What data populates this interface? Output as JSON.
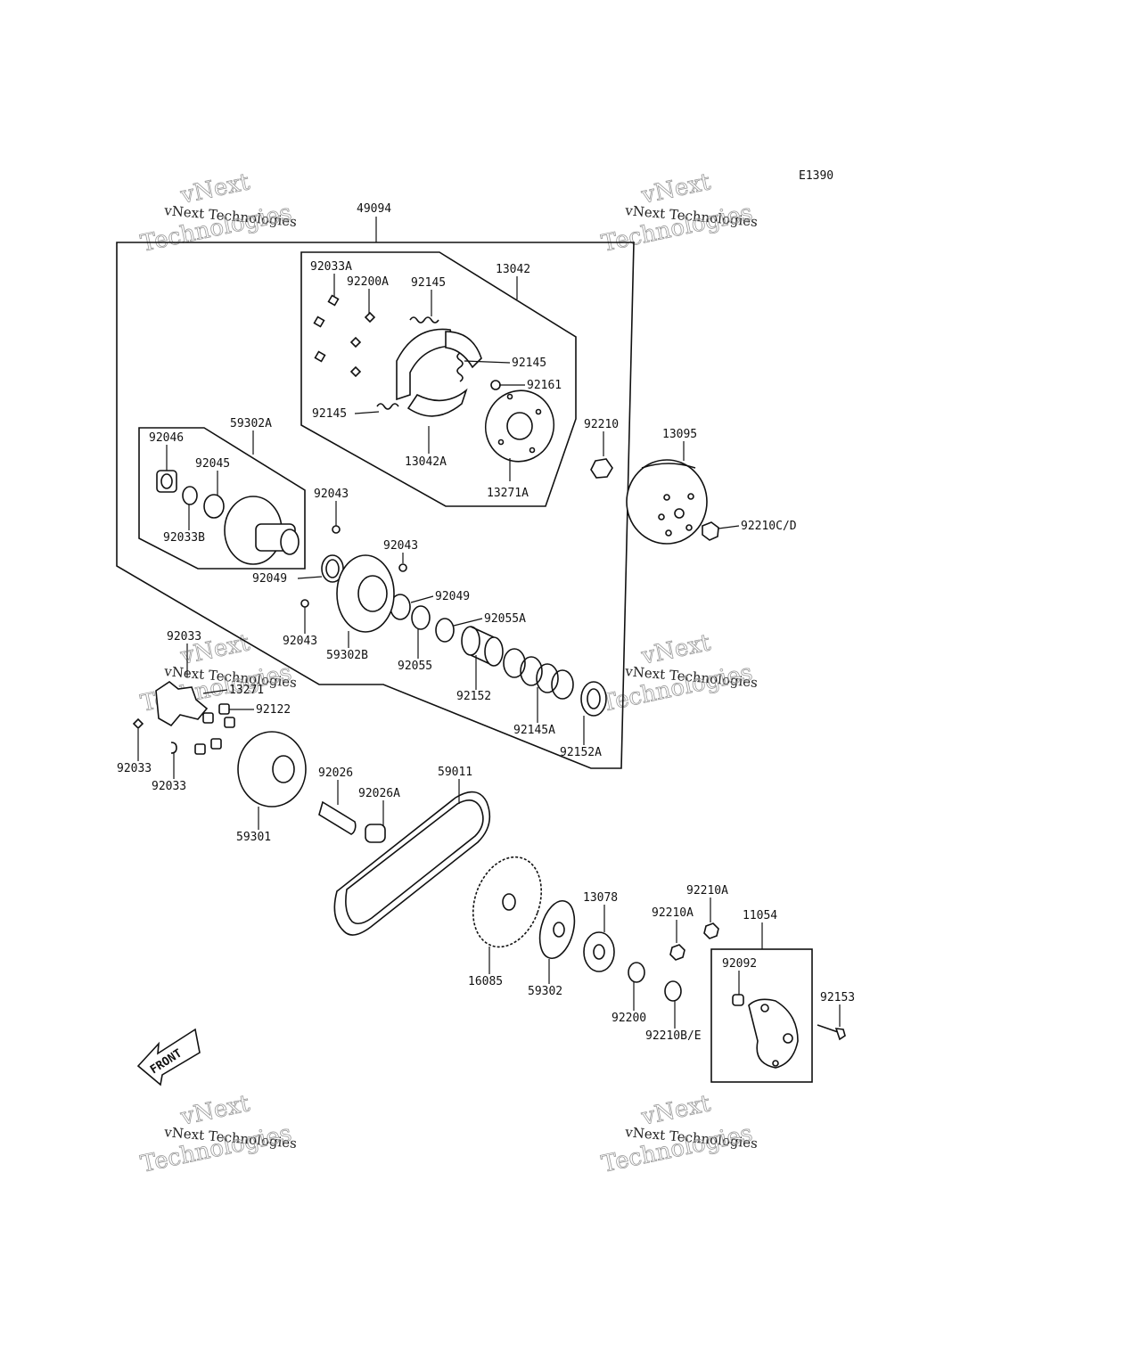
{
  "diagram": {
    "code": "E1390",
    "front_label": "FRONT",
    "parts": [
      {
        "id": "49094"
      },
      {
        "id": "13042"
      },
      {
        "id": "92033A"
      },
      {
        "id": "92200A"
      },
      {
        "id": "92145"
      },
      {
        "id": "92145"
      },
      {
        "id": "92161"
      },
      {
        "id": "92145"
      },
      {
        "id": "13042A"
      },
      {
        "id": "13271A"
      },
      {
        "id": "92210"
      },
      {
        "id": "13095"
      },
      {
        "id": "92210C/D"
      },
      {
        "id": "59302A"
      },
      {
        "id": "92046"
      },
      {
        "id": "92045"
      },
      {
        "id": "92033B"
      },
      {
        "id": "92043"
      },
      {
        "id": "92043"
      },
      {
        "id": "92049"
      },
      {
        "id": "92049"
      },
      {
        "id": "92055A"
      },
      {
        "id": "92043"
      },
      {
        "id": "59302B"
      },
      {
        "id": "92055"
      },
      {
        "id": "92152"
      },
      {
        "id": "92145A"
      },
      {
        "id": "92152A"
      },
      {
        "id": "92033"
      },
      {
        "id": "13271"
      },
      {
        "id": "92122"
      },
      {
        "id": "92033"
      },
      {
        "id": "92033"
      },
      {
        "id": "59301"
      },
      {
        "id": "92026"
      },
      {
        "id": "92026A"
      },
      {
        "id": "59011"
      },
      {
        "id": "16085"
      },
      {
        "id": "59302"
      },
      {
        "id": "13078"
      },
      {
        "id": "92210A"
      },
      {
        "id": "92210A"
      },
      {
        "id": "11054"
      },
      {
        "id": "92092"
      },
      {
        "id": "92153"
      },
      {
        "id": "92200"
      },
      {
        "id": "92210B/E"
      }
    ]
  },
  "watermark": {
    "line1": "vNext",
    "line2": "vNext Technologies",
    "line3": "Technologies"
  }
}
